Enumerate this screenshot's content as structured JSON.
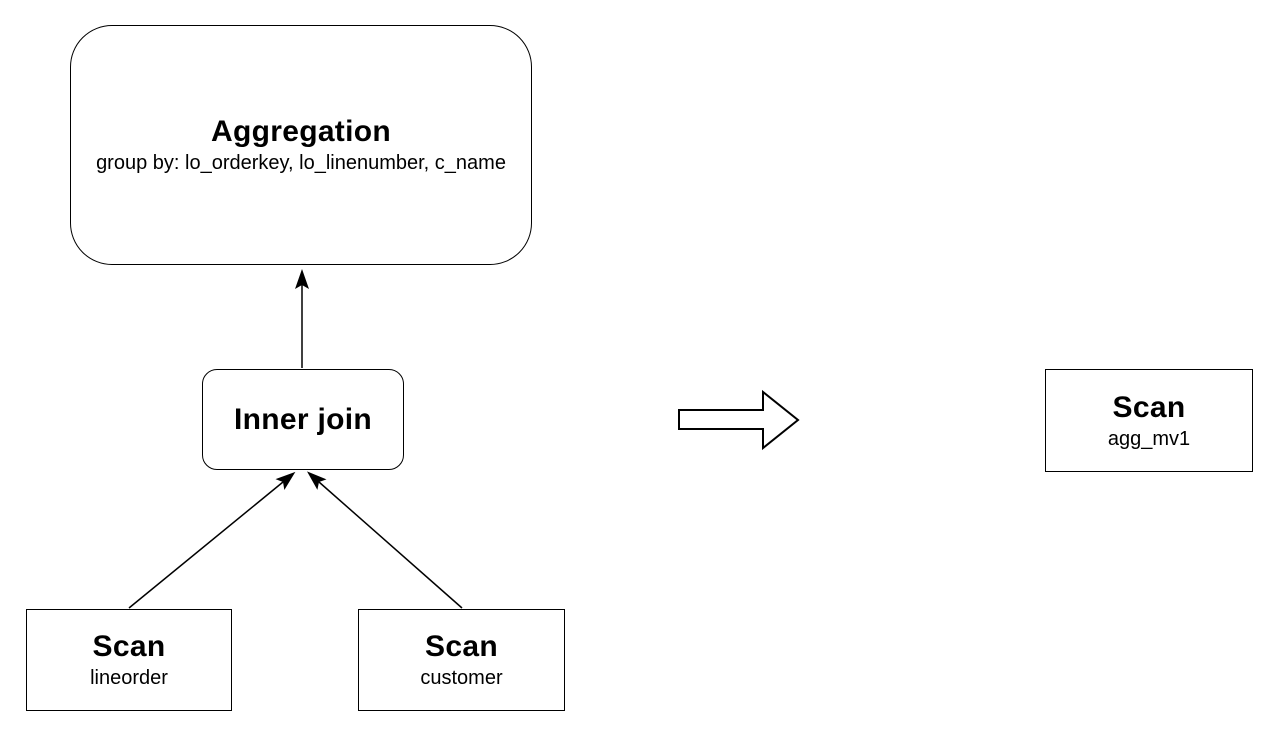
{
  "colors": {
    "stroke": "#000000",
    "node_fill": "#ffffff",
    "background": "#ffffff"
  },
  "original_plan": {
    "aggregation": {
      "title": "Aggregation",
      "detail": "group by: lo_orderkey, lo_linenumber, c_name"
    },
    "join": {
      "title": "Inner join"
    },
    "scan_lineorder": {
      "title": "Scan",
      "table": "lineorder"
    },
    "scan_customer": {
      "title": "Scan",
      "table": "customer"
    }
  },
  "rewritten_plan": {
    "scan_mv": {
      "title": "Scan",
      "table": "agg_mv1"
    }
  },
  "edges": [
    {
      "from": "scan-lineorder",
      "to": "inner-join"
    },
    {
      "from": "scan-customer",
      "to": "inner-join"
    },
    {
      "from": "inner-join",
      "to": "aggregation"
    }
  ],
  "transform_arrow": {
    "icon": "right-arrow"
  }
}
